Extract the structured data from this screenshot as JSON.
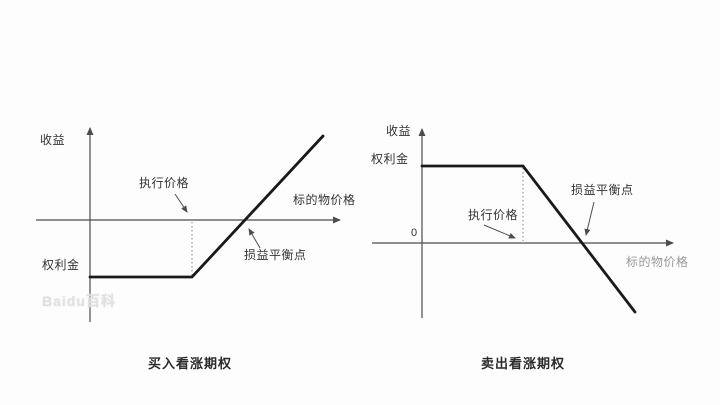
{
  "figure": {
    "background": "#fdfdfd",
    "description_labels_only": "two option payoff diagrams"
  },
  "colors": {
    "axis": "#4d4d4d",
    "payoff_line": "#1a1a1a",
    "label_text": "#333333",
    "light_label_text": "#999999",
    "watermark": "#e0e0e0"
  },
  "watermark": {
    "text": "Baidu百科"
  },
  "charts": [
    {
      "id": "long-call",
      "title": "买入看涨期权",
      "y_axis_label": "收益",
      "x_axis_label": "标的物价格",
      "premium_label": "权利金",
      "strike_label": "执行价格",
      "breakeven_label": "损益平衡点"
    },
    {
      "id": "short-call",
      "title": "卖出看涨期权",
      "y_axis_label": "收益",
      "x_axis_label": "标的物价格",
      "premium_label": "权利金",
      "strike_label": "执行价格",
      "breakeven_label": "损益平衡点",
      "origin_label": "0"
    }
  ]
}
